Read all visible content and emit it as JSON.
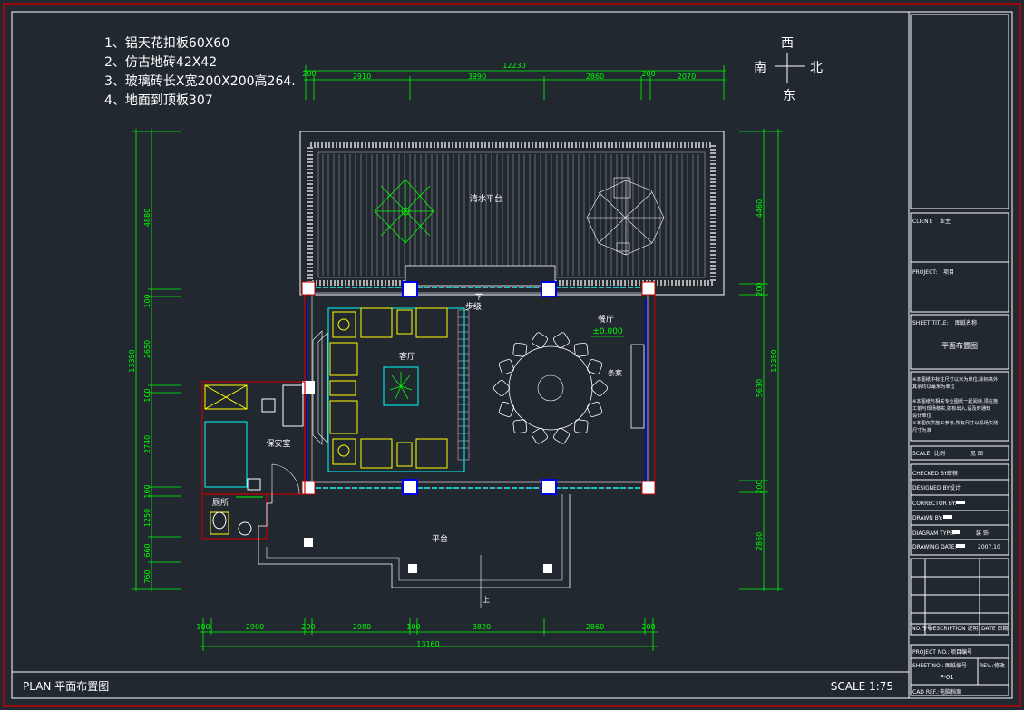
{
  "notes": [
    "1、铝天花扣板60X60",
    "2、仿古地砖42X42",
    "3、玻璃砖长X宽200X200高264.",
    "4、地面到顶板307"
  ],
  "compass": {
    "top": "西",
    "left": "南",
    "right": "北",
    "bottom": "东"
  },
  "dims": {
    "top_total": "12230",
    "top_segments": [
      "200",
      "2910",
      "3990",
      "2860",
      "200",
      "2070"
    ],
    "bottom_total": "13160",
    "bottom_segments": [
      "100",
      "2900",
      "200",
      "2980",
      "100",
      "3820",
      "2860",
      "200"
    ],
    "left_total": "13350",
    "left_segments": [
      "4880",
      "100",
      "2650",
      "100",
      "2740",
      "100",
      "1250",
      "660",
      "760"
    ],
    "right_total": "13350",
    "right_segments": [
      "4460",
      "200",
      "5630",
      "200",
      "2860"
    ]
  },
  "rooms": {
    "terrace_water": "清水平台",
    "steps_down": "下",
    "steps": "步级",
    "living": "客厅",
    "dining": "餐厅",
    "dining_level": "±0.000",
    "side_table": "条案",
    "security": "保安室",
    "toilet": "厕所",
    "platform": "平台",
    "up": "上"
  },
  "footer": {
    "plan": "PLAN 平面布置图",
    "scale": "SCALE 1:75"
  },
  "titleblock": {
    "client": "CLIENT:",
    "client_val": "业主",
    "project": "PROJECT:",
    "project_val": "项目",
    "sheet_title": "SHEET TITLE:",
    "sheet_title_val": "图纸名称",
    "plan_name": "平面布置图",
    "notes_text": [
      "※本图纸中标注尺寸以米为单位,除标高外",
      "其余均以毫米为单位",
      "※本图纸与相关专业图纸一起阅读,须在施",
      "工前与现场核实,如有出入,请及时通知",
      "设计单位",
      "※本图仅供施工参考,所有尺寸以现场实测",
      "尺寸为准"
    ],
    "scale": "SCALE:",
    "scale_val": "比例",
    "scale_val2": "见 图",
    "checked": "CHECKED BY:",
    "checked_val": "审核",
    "designed": "DESIGNED BY:",
    "designed_val": "设计",
    "corrector": "CORRECTOR BY:",
    "drawn": "DRAWN BY:",
    "diagram_type": "DIAGRAM TYPE:",
    "diagram_type_val": "装 饰",
    "drawing_date": "DRAWING DATE:",
    "drawing_date_val": "2007.10",
    "rev_no": "NO.序号",
    "rev_desc": "DESCRIPTION 说明",
    "rev_date": "DATE 日期",
    "project_no": "PROJECT NO.:",
    "project_no_val": "项目编号",
    "sheet_no": "SHEET NO.:",
    "sheet_no_val": "图纸编号",
    "sheet_no_code": "P-01",
    "rev": "REV.:",
    "rev_val": "修改",
    "cad_ref": "CAD REF.:",
    "cad_ref_val": "电脑档案"
  },
  "colors": {
    "background": "#212830",
    "dimension": "#00ff00",
    "wall": "#ffffff",
    "frame_red": "#cc0000",
    "furniture": "#ffff00",
    "cyan": "#00ffff",
    "column_blue": "#0000ee"
  }
}
